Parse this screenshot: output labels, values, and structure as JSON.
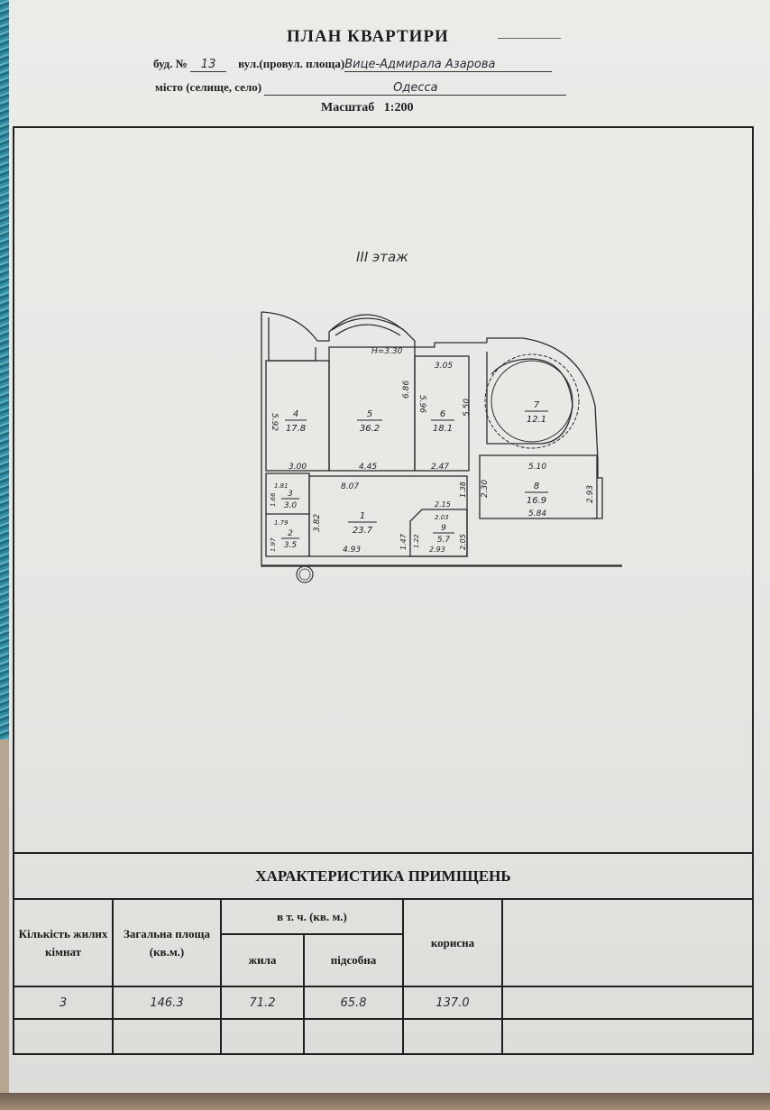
{
  "document": {
    "title": "ПЛАН КВАРТИРИ",
    "building_label": "буд. №",
    "building_number": "13",
    "street_label": "вул.(провул. площа)",
    "street_value": "Вице-Адмирала Азарова",
    "city_label": "місто (селище, село)",
    "city_value": "Одесса",
    "scale_label": "Масштаб",
    "scale_value": "1:200",
    "floor_label": "III этаж"
  },
  "floor_plan": {
    "ceiling_height": "H=3.30",
    "rooms": [
      {
        "number": "1",
        "area": "23.7"
      },
      {
        "number": "2",
        "area": "3.5"
      },
      {
        "number": "3",
        "area": "3.0"
      },
      {
        "number": "4",
        "area": "17.8"
      },
      {
        "number": "5",
        "area": "36.2"
      },
      {
        "number": "6",
        "area": "18.1"
      },
      {
        "number": "7",
        "area": "12.1"
      },
      {
        "number": "8",
        "area": "16.9"
      },
      {
        "number": "9",
        "area": "5.7"
      }
    ],
    "dimensions": {
      "r4_height": "5.92",
      "r4_width": "3.00",
      "r5_height": "6.86",
      "r5_width": "4.45",
      "r6_top": "3.05",
      "r6_left": "5.96",
      "r6_right": "5.50",
      "r6_bottom": "2.47",
      "r8_top": "5.10",
      "r8_bottom": "5.84",
      "r8_left": "2.30",
      "r8_right": "2.93",
      "r1_top": "8.07",
      "r1_bottom": "4.93",
      "r1_left": "3.82",
      "r1_right": "1.47",
      "r3_top": "1.81",
      "r3_left": "1.66",
      "r2_top": "1.79",
      "r2_left": "1.97",
      "r9_top": "2.03",
      "r9_bottom": "2.93",
      "r9_left": "1.22",
      "r9_right": "2.05",
      "corridor_top": "2.15",
      "corridor_right": "1.38"
    }
  },
  "table": {
    "caption": "ХАРАКТЕРИСТИКА ПРИМІЩЕНЬ",
    "headers": {
      "rooms_count": "Кількість жилих кімнат",
      "total_area": "Загальна площа (кв.м.)",
      "including": "в т. ч. (кв. м.)",
      "living": "жила",
      "auxiliary": "підсобна",
      "useful": "корисна"
    },
    "rows": [
      {
        "rooms_count": "3",
        "total_area": "146.3",
        "living": "71.2",
        "auxiliary": "65.8",
        "useful": "137.0",
        "extra": ""
      },
      {
        "rooms_count": "",
        "total_area": "",
        "living": "",
        "auxiliary": "",
        "useful": "",
        "extra": ""
      }
    ]
  }
}
